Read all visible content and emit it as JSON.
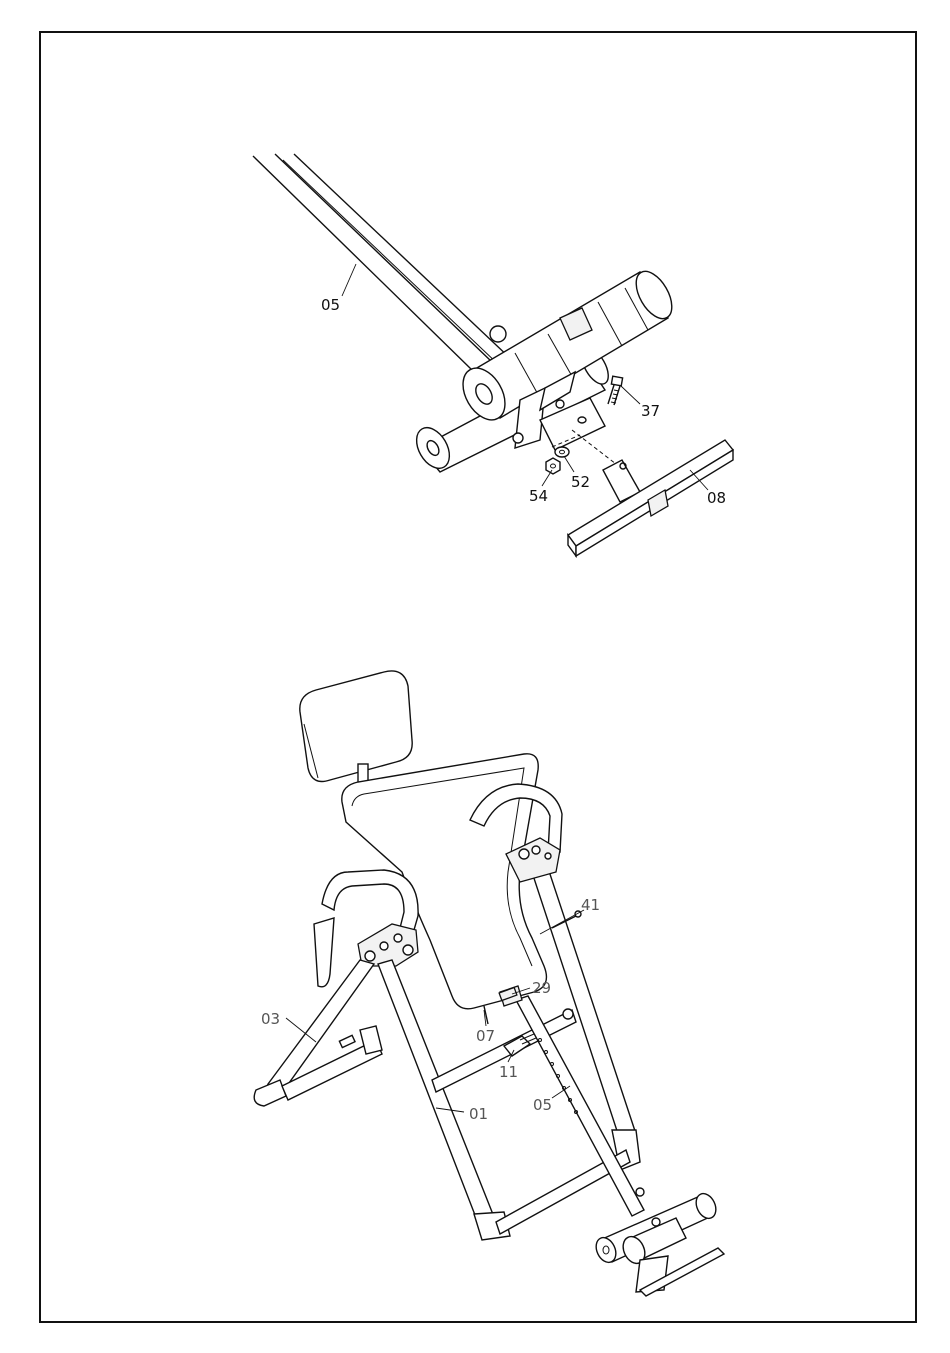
{
  "diagram": {
    "top_callouts": [
      {
        "id": "part-05-top",
        "text": "05"
      },
      {
        "id": "part-37",
        "text": "37"
      },
      {
        "id": "part-54",
        "text": "54"
      },
      {
        "id": "part-52",
        "text": "52"
      },
      {
        "id": "part-08",
        "text": "08"
      }
    ],
    "bottom_callouts": [
      {
        "id": "part-41",
        "text": "41"
      },
      {
        "id": "part-29",
        "text": "29"
      },
      {
        "id": "part-03",
        "text": "03"
      },
      {
        "id": "part-07",
        "text": "07"
      },
      {
        "id": "part-11",
        "text": "11"
      },
      {
        "id": "part-05-bottom",
        "text": "05"
      },
      {
        "id": "part-01",
        "text": "01"
      }
    ],
    "colors": {
      "line": "#111111",
      "light_label": "#555555",
      "background": "#ffffff"
    }
  }
}
